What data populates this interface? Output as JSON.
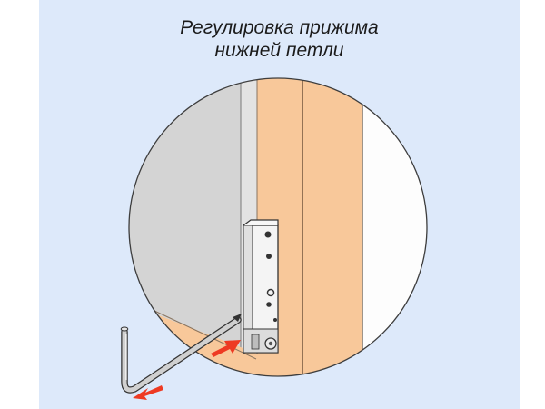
{
  "title": {
    "line1": "Регулировка прижима",
    "line2": "нижней петли"
  },
  "illustration": {
    "subject": "lower hinge clamp adjustment",
    "elements": [
      "window-frame",
      "sash-profile",
      "lower-hinge",
      "hex-key",
      "direction-arrows"
    ],
    "colors": {
      "background": "#dde9fa",
      "wood": "#f8c89a",
      "glass_gray": "#d3d3d3",
      "arrow_red": "#ee3a22",
      "outline": "#444444"
    }
  }
}
